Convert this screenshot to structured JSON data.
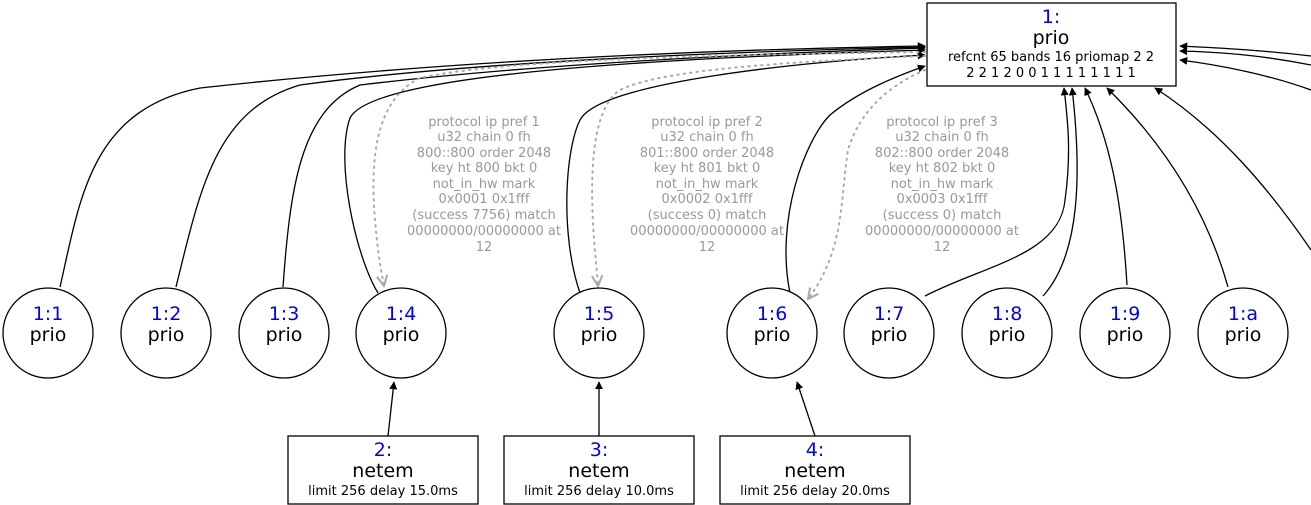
{
  "root": {
    "id": "1:",
    "kind": "prio",
    "details": [
      "refcnt 65 bands 16 priomap 2 2",
      "2 2 1 2 0 0 1 1 1 1 1 1 1 1"
    ]
  },
  "bands": [
    {
      "id": "1:1",
      "kind": "prio"
    },
    {
      "id": "1:2",
      "kind": "prio"
    },
    {
      "id": "1:3",
      "kind": "prio"
    },
    {
      "id": "1:4",
      "kind": "prio"
    },
    {
      "id": "1:5",
      "kind": "prio"
    },
    {
      "id": "1:6",
      "kind": "prio"
    },
    {
      "id": "1:7",
      "kind": "prio"
    },
    {
      "id": "1:8",
      "kind": "prio"
    },
    {
      "id": "1:9",
      "kind": "prio"
    },
    {
      "id": "1:a",
      "kind": "prio"
    }
  ],
  "netems": [
    {
      "id": "2:",
      "kind": "netem",
      "detail": "limit 256 delay 15.0ms"
    },
    {
      "id": "3:",
      "kind": "netem",
      "detail": "limit 256 delay 10.0ms"
    },
    {
      "id": "4:",
      "kind": "netem",
      "detail": "limit 256 delay 20.0ms"
    }
  ],
  "filters": [
    {
      "lines": [
        "protocol ip pref 1",
        "u32 chain 0 fh",
        "800::800 order 2048",
        "key ht 800 bkt 0",
        "not_in_hw mark",
        "0x0001 0x1fff",
        "(success 7756) match",
        "00000000/00000000 at",
        "12"
      ]
    },
    {
      "lines": [
        "protocol ip pref 2",
        "u32 chain 0 fh",
        "801::800 order 2048",
        "key ht 801 bkt 0",
        "not_in_hw mark",
        "0x0002 0x1fff",
        "(success 0) match",
        "00000000/00000000 at",
        "12"
      ]
    },
    {
      "lines": [
        "protocol ip pref 3",
        "u32 chain 0 fh",
        "802::800 order 2048",
        "key ht 802 bkt 0",
        "not_in_hw mark",
        "0x0003 0x1fff",
        "(success 0) match",
        "00000000/00000000 at",
        "12"
      ]
    }
  ],
  "colors": {
    "id_text": "#0000ff",
    "filter_text": "#999999",
    "edge": "#000000",
    "filter_edge": "#aaaaaa"
  }
}
